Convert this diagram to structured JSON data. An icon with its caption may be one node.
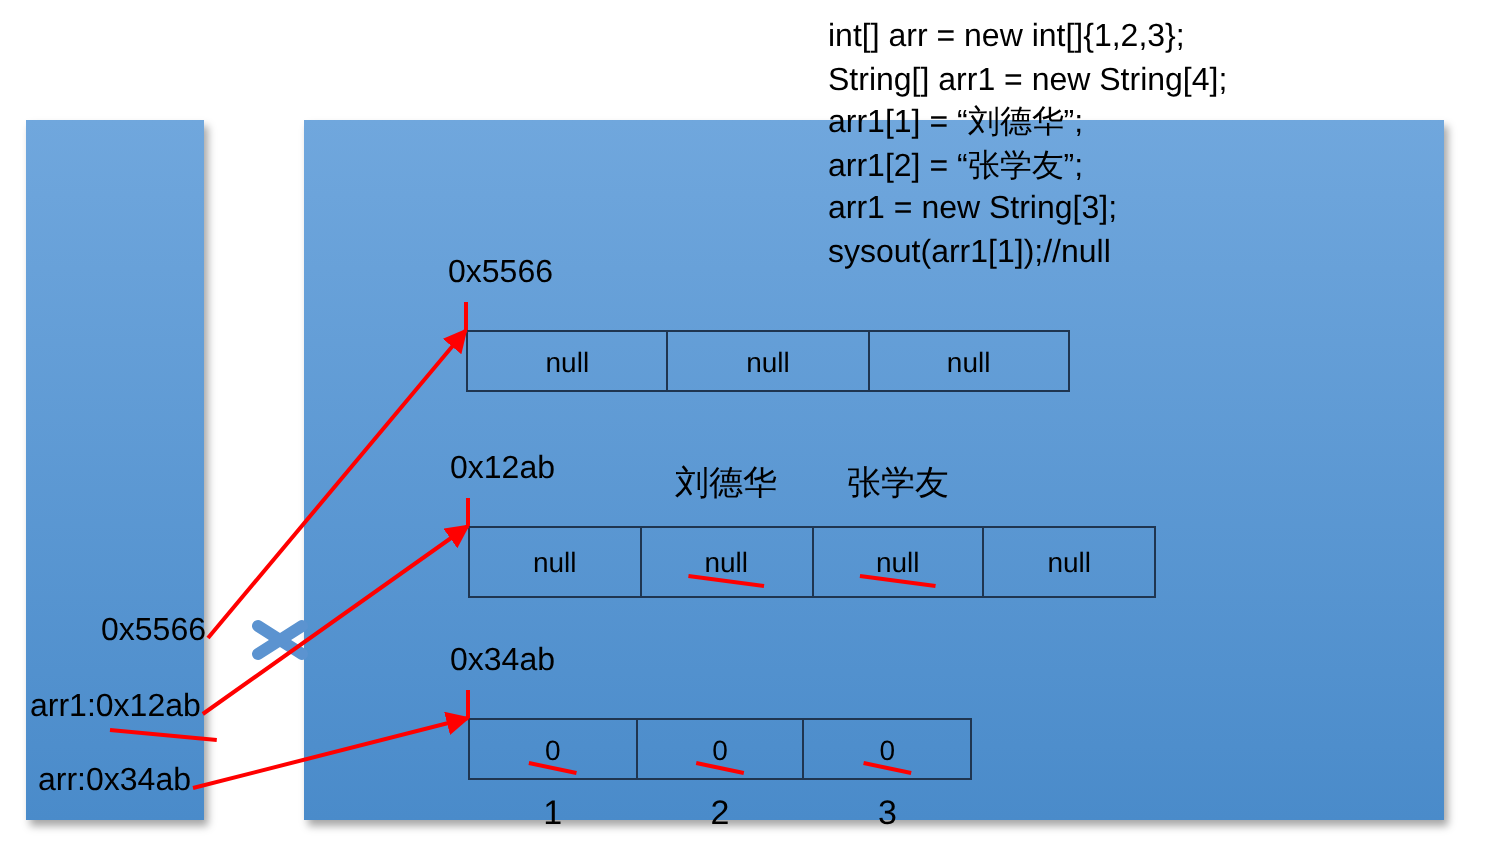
{
  "diagram": {
    "nodes": [
      {
        "text": [],
        "shape": "box"
      },
      {
        "text": [],
        "shape": "box"
      },
      {
        "text": [
          "0x5566"
        ],
        "in": 0
      },
      {
        "text": [
          "arr1:0x12ab"
        ],
        "in": 0
      },
      {
        "text": [
          "arr:0x34ab"
        ],
        "in": 0
      },
      {
        "text": [
          "0x5566"
        ],
        "in": 1
      },
      {
        "text": [
          "null"
        ],
        "in": 5
      },
      {
        "text": [
          "null"
        ],
        "in": 5
      },
      {
        "text": [
          "null"
        ],
        "in": 5
      },
      {
        "text": [
          "0x12ab"
        ],
        "in": 1
      },
      {
        "text": [
          "null"
        ],
        "in": 9
      },
      {
        "text": [
          "null"
        ],
        "in": 9,
        "beside": [
          "刘德华"
        ]
      },
      {
        "text": [
          "null"
        ],
        "in": 9,
        "beside": [
          "张学友"
        ]
      },
      {
        "text": [
          "null"
        ],
        "in": 9
      },
      {
        "text": [
          "0x34ab"
        ],
        "in": 1
      },
      {
        "text": [
          "0"
        ],
        "in": 14,
        "beside": [
          "1"
        ]
      },
      {
        "text": [
          "0"
        ],
        "in": 14,
        "beside": [
          "2"
        ]
      },
      {
        "text": [
          "0"
        ],
        "in": 14,
        "beside": [
          "3"
        ]
      }
    ],
    "edges": [
      {
        "from": 2,
        "to": 5,
        "arrow": "to"
      },
      {
        "from": 3,
        "to": 9,
        "arrow": "to"
      },
      {
        "from": 4,
        "to": 14,
        "arrow": "to"
      }
    ],
    "labels": [
      "int[] arr = new int[]{1,2,3};",
      "String[] arr1 = new String[4];",
      "arr1[1] = “刘德华”;",
      "arr1[2] = “张学友”;",
      "arr1 = new String[3];",
      "sysout(arr1[1]);//null"
    ]
  }
}
